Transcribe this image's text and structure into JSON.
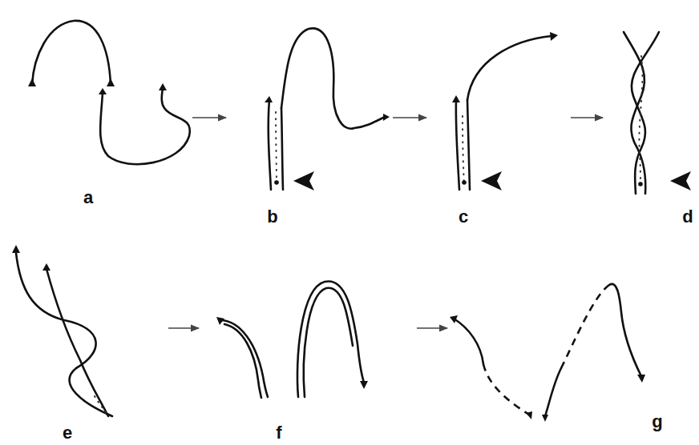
{
  "diagram": {
    "labels": [
      "a",
      "b",
      "c",
      "d",
      "e",
      "f",
      "g"
    ]
  }
}
